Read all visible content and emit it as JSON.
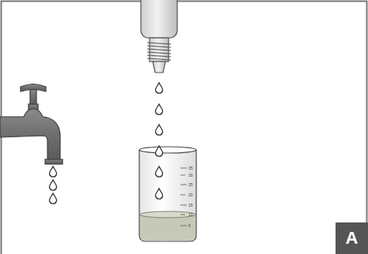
{
  "diagram": {
    "nodes": [
      {
        "text": [
          "A"
        ]
      }
    ],
    "labels": [
      "35",
      "30",
      "25",
      "20",
      "15",
      "10",
      "5"
    ]
  }
}
